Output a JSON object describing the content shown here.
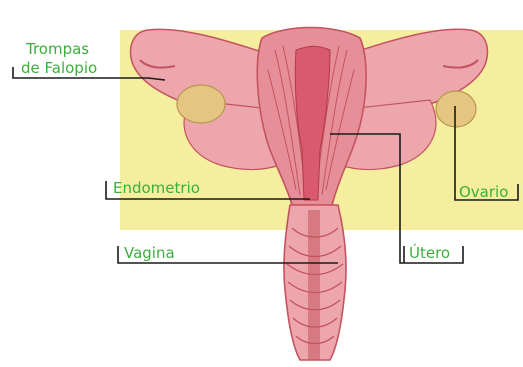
{
  "colors": {
    "background_panel": "#F5EE9E",
    "label_text": "#3BAF3B",
    "leader_line": "#1A1A1A",
    "tissue_light": "#EDA6AC",
    "tissue_mid": "#DE7C86",
    "tissue_dark": "#C4535F",
    "ovary": "#E4C581",
    "endometrium": "#D95A6C"
  },
  "labels": {
    "trompas_line1": "Trompas",
    "trompas_line2": "de Falopio",
    "endometrio": "Endometrio",
    "ovario": "Ovario",
    "vagina": "Vagina",
    "utero": "Útero"
  }
}
